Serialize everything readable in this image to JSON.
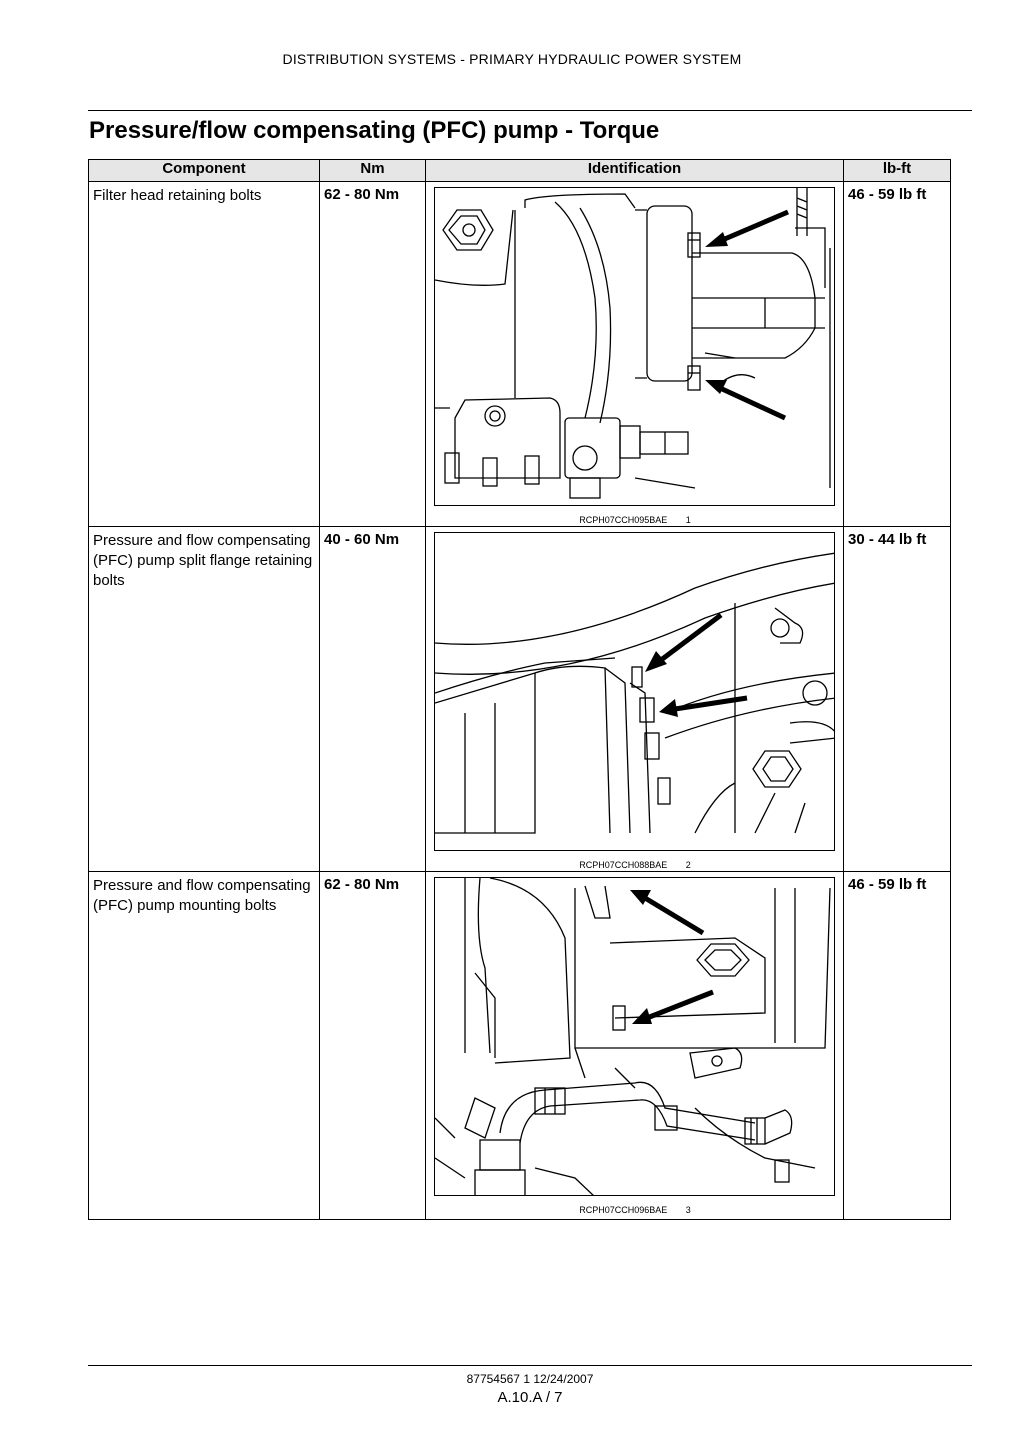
{
  "header": {
    "running_title": "DISTRIBUTION SYSTEMS - PRIMARY HYDRAULIC POWER SYSTEM"
  },
  "page_title": "Pressure/flow compensating (PFC) pump - Torque",
  "table": {
    "columns": [
      "Component",
      "Nm",
      "Identification",
      "lb-ft"
    ],
    "rows": [
      {
        "component": "Filter head retaining bolts",
        "nm": "62 - 80 Nm",
        "lbft": "46 - 59 lb ft",
        "figure_code": "RCPH07CCH095BAE",
        "figure_number": "1"
      },
      {
        "component": "Pressure  and  flow compensating (PFC) pump split flange retaining bolts",
        "nm": "40 - 60 Nm",
        "lbft": "30 - 44 lb ft",
        "figure_code": "RCPH07CCH088BAE",
        "figure_number": "2"
      },
      {
        "component": "Pressure  and  flow compensating (PFC) pump mounting bolts",
        "nm": "62 - 80 Nm",
        "lbft": "46 - 59 lb ft",
        "figure_code": "RCPH07CCH096BAE",
        "figure_number": "3"
      }
    ]
  },
  "footer": {
    "doc_id": "87754567 1 12/24/2007",
    "page_ref": "A.10.A / 7"
  }
}
